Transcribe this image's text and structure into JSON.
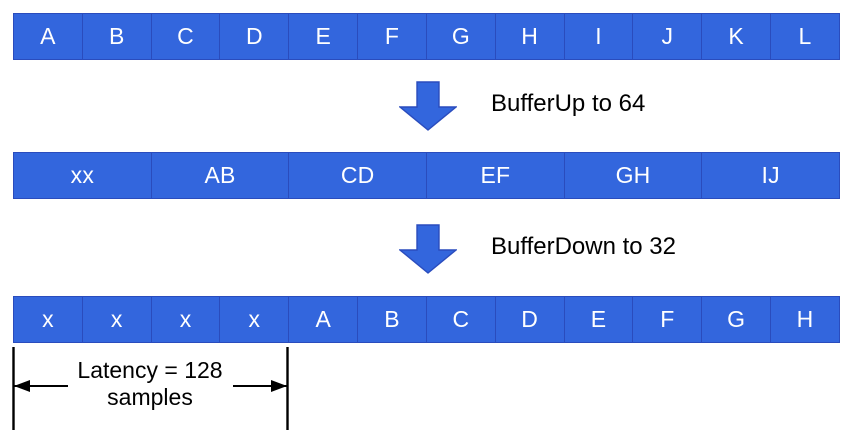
{
  "diagram": {
    "title_alt": "Buffer resampling latency diagram",
    "colors": {
      "cell_fill": "#3366dd",
      "cell_stroke": "#2a4cbd",
      "cell_text": "#ffffff",
      "arrow_fill": "#3366dd",
      "arrow_stroke": "#2a4cbd",
      "annotation": "#000000"
    },
    "rows": [
      {
        "name": "input-buffer-row",
        "cells": [
          "A",
          "B",
          "C",
          "D",
          "E",
          "F",
          "G",
          "H",
          "I",
          "J",
          "K",
          "L"
        ]
      },
      {
        "name": "bufferup-row",
        "cells": [
          "xx",
          "AB",
          "CD",
          "EF",
          "GH",
          "IJ"
        ]
      },
      {
        "name": "bufferdown-row",
        "cells": [
          "x",
          "x",
          "x",
          "x",
          "A",
          "B",
          "C",
          "D",
          "E",
          "F",
          "G",
          "H"
        ]
      }
    ],
    "steps": [
      {
        "name": "bufferup-step",
        "label": "BufferUp to 64",
        "icon": "down-arrow-icon"
      },
      {
        "name": "bufferdown-step",
        "label": "BufferDown to 32",
        "icon": "down-arrow-icon"
      }
    ],
    "annotation": {
      "name": "latency-annotation",
      "line1": "Latency = 128",
      "line2": "samples",
      "text": "Latency = 128 samples"
    }
  }
}
